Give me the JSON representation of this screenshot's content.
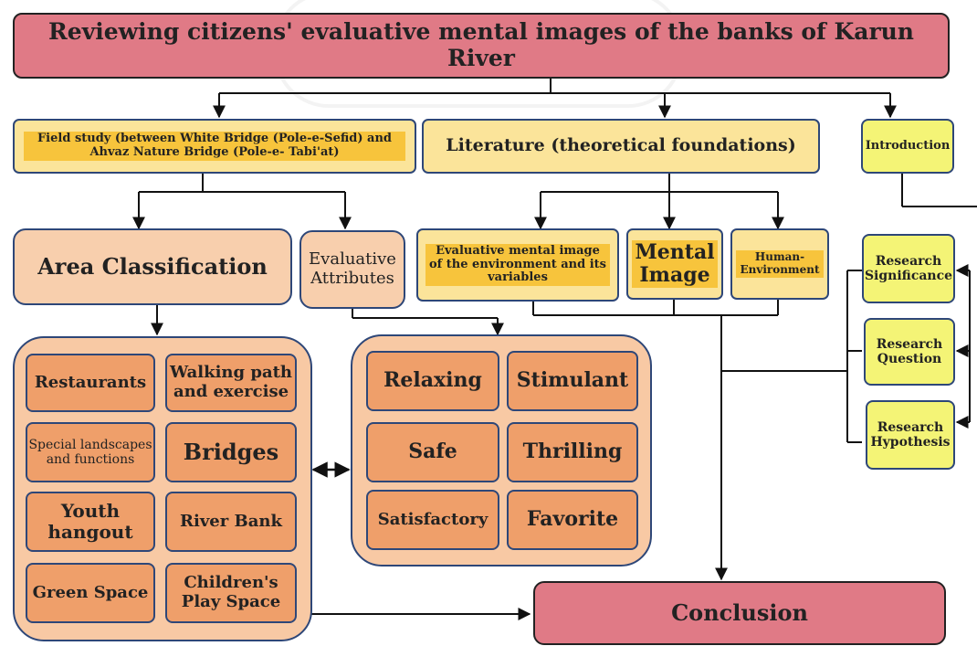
{
  "title": "Reviewing citizens' evaluative mental images of the banks of Karun River",
  "level2": {
    "field_study": "Field study (between White Bridge (Pole-e-Sefid) and Ahvaz Nature Bridge (Pole-e- Tabi'at)",
    "literature": "Literature (theoretical foundations)",
    "introduction": "Introduction"
  },
  "level3": {
    "area_classification": "Area Classification",
    "evaluative_attributes": "Evaluative Attributes",
    "evaluative_mental_image": "Evaluative mental image of the environment and its variables",
    "mental_image": "Mental Image",
    "human_environment": "Human-Environment"
  },
  "research": {
    "significance": "Research Significance",
    "question": "Research Question",
    "hypothesis": "Research Hypothesis"
  },
  "areas": [
    "Restaurants",
    "Walking path and exercise",
    "Special landscapes and functions",
    "Bridges",
    "Youth hangout",
    "River Bank",
    "Green Space",
    "Children's Play Space"
  ],
  "attributes": [
    "Relaxing",
    "Stimulant",
    "Safe",
    "Thrilling",
    "Satisfactory",
    "Favorite"
  ],
  "conclusion": "Conclusion",
  "colors": {
    "title_fill": "#e07a86",
    "yellow_fill": "#fbe49a",
    "highlight": "#f7c43c",
    "peach_fill": "#f8cfad",
    "cell_fill": "#ef9f6a",
    "border": "#2e4778"
  }
}
